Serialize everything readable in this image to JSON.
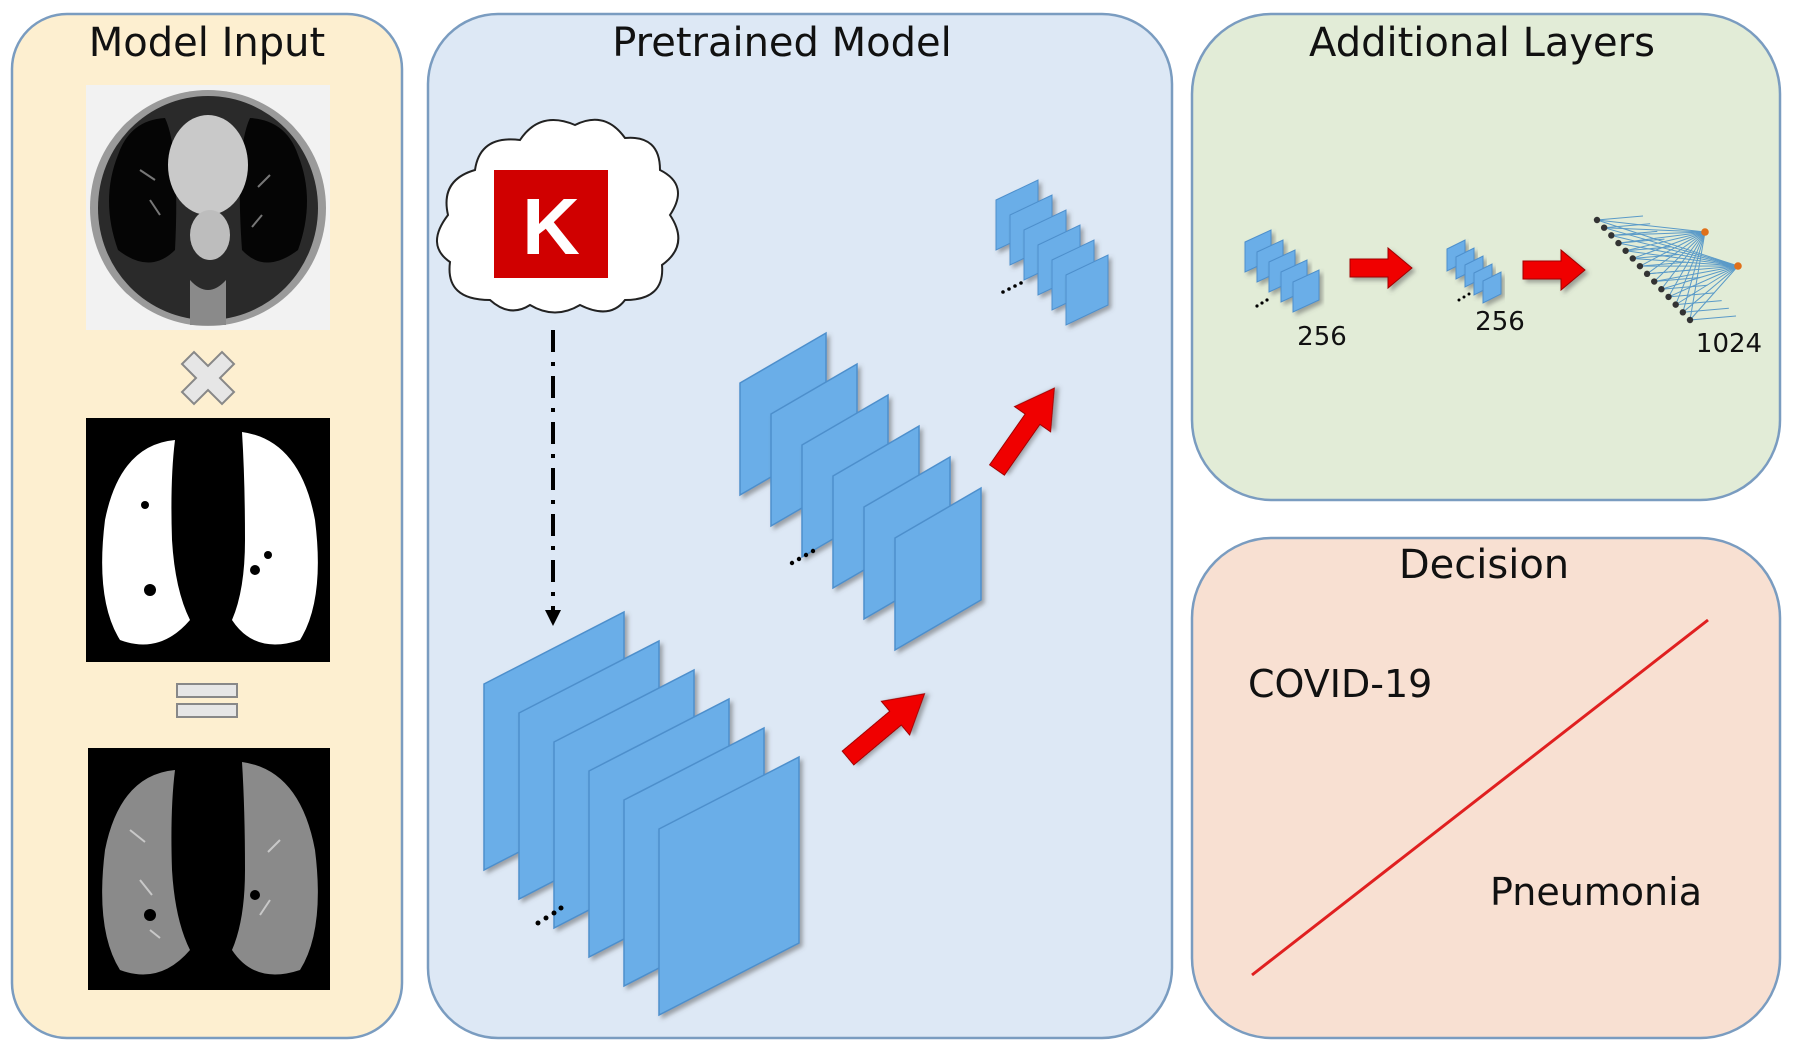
{
  "panels": {
    "model_input": {
      "title": "Model Input",
      "fill": "#fdefd0",
      "stroke": "#7a9cc0"
    },
    "pretrained_model": {
      "title": "Pretrained Model",
      "fill": "#dde8f5",
      "stroke": "#7a9cc0"
    },
    "additional_layers": {
      "title": "Additional Layers",
      "fill": "#e2ecd7",
      "stroke": "#7a9cc0"
    },
    "decision": {
      "title": "Decision",
      "fill": "#f8e0d2",
      "stroke": "#7a9cc0"
    }
  },
  "keras_logo": {
    "letter": "K",
    "color": "#d00000"
  },
  "operators": {
    "multiply": "multiply-icon",
    "equals": "equals-icon"
  },
  "additional_layers": {
    "labels": [
      "256",
      "256",
      "1024"
    ]
  },
  "decision": {
    "class_a": "COVID-19",
    "class_b": "Pneumonia",
    "boundary_color": "#e02020"
  },
  "colors": {
    "feature_map": "#6aaee8",
    "arrow": "#f00000"
  }
}
